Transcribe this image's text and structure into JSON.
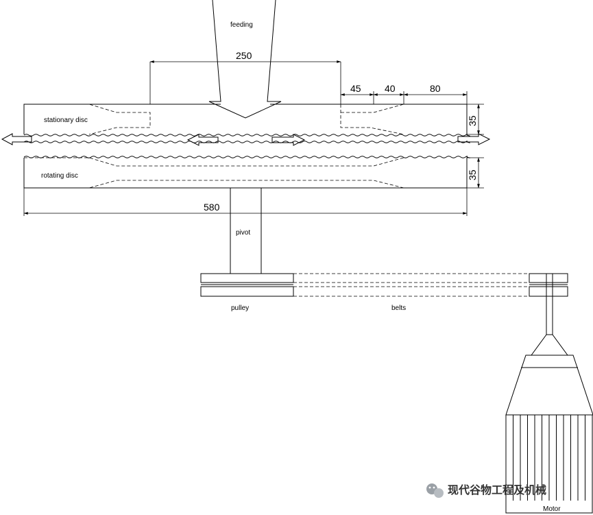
{
  "labels": {
    "feeding": "feeding",
    "stationary_disc": "stationary disc",
    "rotating_disc": "rotating disc",
    "pivot": "pivot",
    "pulley": "pulley",
    "belts": "belts",
    "motor": "Motor"
  },
  "dimensions": {
    "feed_width": "250",
    "gap_a": "45",
    "gap_b": "40",
    "gap_c": "80",
    "stationary_thickness": "35",
    "rotating_thickness": "35",
    "disc_diameter": "580"
  },
  "watermark": {
    "icon": "wechat-icon",
    "text": "现代谷物工程及机械"
  }
}
